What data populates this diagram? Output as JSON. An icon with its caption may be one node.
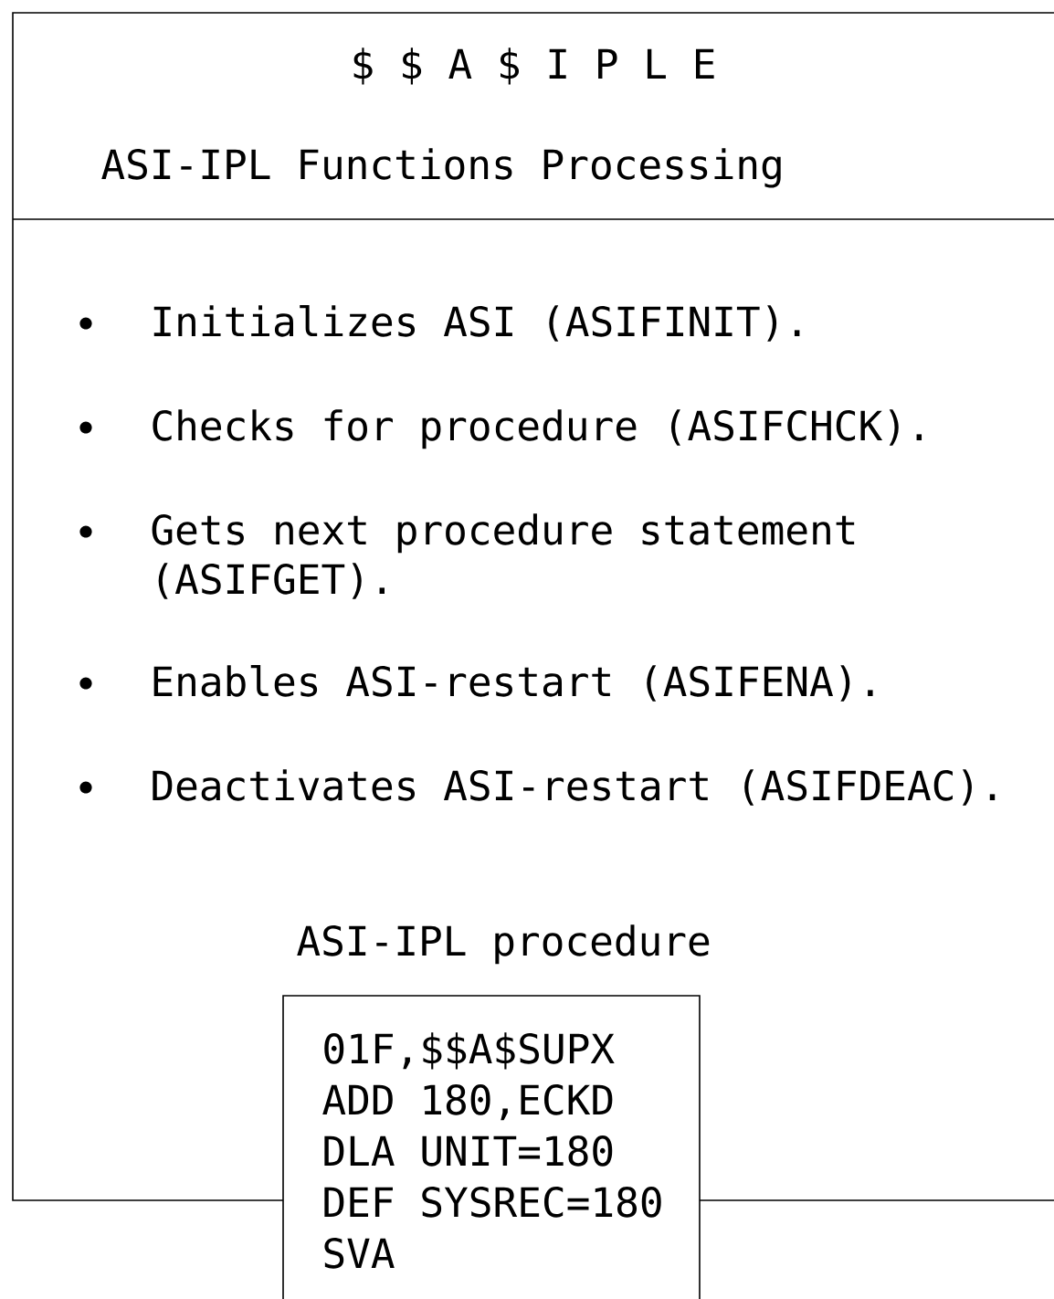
{
  "diagram": {
    "nodes": [
      {
        "text": [
          "$ $ A $ I P L E",
          "ASI-IPL Functions Processing",
          "Initializes ASI (ASIFINIT).",
          "Checks for procedure (ASIFCHCK).",
          "Gets next procedure statement (ASIFGET).",
          "Enables ASI-restart (ASIFENA).",
          "Deactivates ASI-restart (ASIFDEAC)."
        ]
      },
      {
        "text": [
          "01F,$$A$SUPX",
          "ADD 180,ECKD",
          "DLA UNIT=180",
          "DEF SYSREC=180",
          "SVA"
        ]
      }
    ],
    "labels": [
      "ASI-IPL procedure"
    ]
  }
}
